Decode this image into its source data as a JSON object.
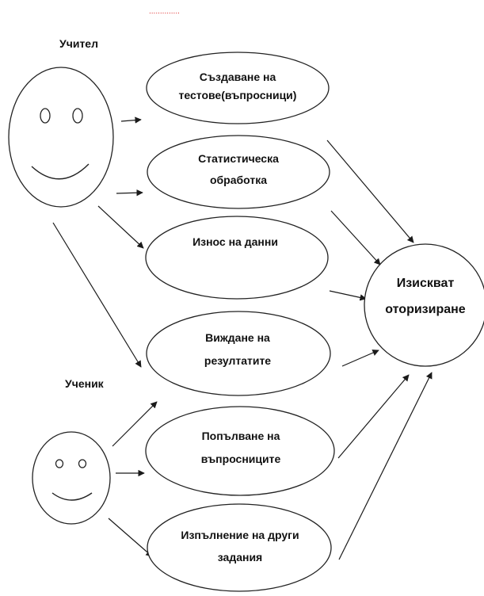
{
  "colors": {
    "line": "#1a1a1a",
    "fill": "#ffffff",
    "text": "#111111",
    "top_mark": "#e03030"
  },
  "top_mark": "..............",
  "actors": {
    "teacher": {
      "label": "Учител"
    },
    "student": {
      "label": "Ученик"
    }
  },
  "use_cases": [
    {
      "id": "create-tests",
      "lines": [
        "Създаване на",
        "тестове(въпросници)"
      ]
    },
    {
      "id": "statistics",
      "lines": [
        "Статистическа",
        "обработка"
      ]
    },
    {
      "id": "data-export",
      "lines": [
        "Износ на данни"
      ]
    },
    {
      "id": "view-results",
      "lines": [
        "Виждане на",
        "резултатите"
      ]
    },
    {
      "id": "fill-questionnaires",
      "lines": [
        "Попълване на",
        "въпросниците"
      ]
    },
    {
      "id": "other-tasks",
      "lines": [
        "Изпълнение на други",
        "задания"
      ]
    }
  ],
  "authorization": {
    "lines": [
      "Изискват",
      "оторизиране"
    ]
  },
  "relations": [
    {
      "from": "teacher",
      "to": "create-tests"
    },
    {
      "from": "teacher",
      "to": "statistics"
    },
    {
      "from": "teacher",
      "to": "data-export"
    },
    {
      "from": "teacher",
      "to": "view-results"
    },
    {
      "from": "student",
      "to": "view-results"
    },
    {
      "from": "student",
      "to": "fill-questionnaires"
    },
    {
      "from": "student",
      "to": "other-tasks"
    },
    {
      "from": "create-tests",
      "to": "authorization"
    },
    {
      "from": "statistics",
      "to": "authorization"
    },
    {
      "from": "data-export",
      "to": "authorization"
    },
    {
      "from": "view-results",
      "to": "authorization"
    },
    {
      "from": "fill-questionnaires",
      "to": "authorization"
    },
    {
      "from": "other-tasks",
      "to": "authorization"
    }
  ]
}
